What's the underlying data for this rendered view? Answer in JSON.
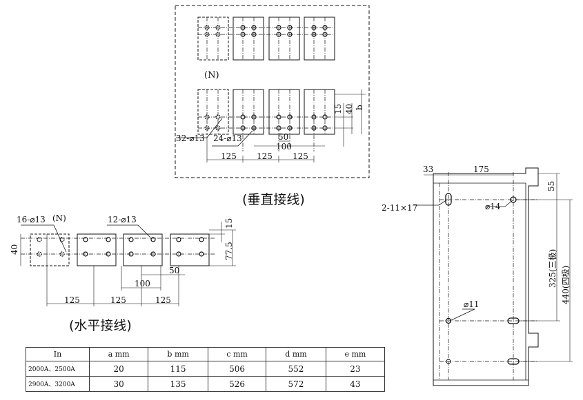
{
  "vertical": {
    "caption": "(垂直接线)",
    "n_label": "(N)",
    "holes_4pole": "32-⌀13",
    "holes_3pole": "24-⌀13",
    "dim_50": "50",
    "dim_100": "100",
    "dim_125_1": "125",
    "dim_125_2": "125",
    "dim_125_3": "125",
    "dim_15": "15",
    "dim_40": "40",
    "dim_b": "b"
  },
  "horizontal": {
    "caption": "(水平接线)",
    "n_label": "(N)",
    "holes_4pole": "16-⌀13",
    "holes_3pole": "12-⌀13",
    "dim_40": "40",
    "dim_15": "15",
    "dim_77_5": "77.5",
    "dim_100": "100",
    "dim_50": "50",
    "dim_125_1": "125",
    "dim_125_2": "125",
    "dim_125_3": "125"
  },
  "mounting": {
    "dim_33": "33",
    "dim_175": "175",
    "dim_55": "55",
    "slot_label": "2-11×17",
    "hole_14": "⌀14",
    "hole_11": "⌀11",
    "dim_3pole": "325(三极)",
    "dim_4pole": "440(四极)"
  },
  "table": {
    "headers": [
      "In",
      "a mm",
      "b mm",
      "c mm",
      "d mm",
      "e mm"
    ],
    "rows": [
      [
        "2000A、2500A",
        "20",
        "115",
        "506",
        "552",
        "23"
      ],
      [
        "2900A、3200A",
        "30",
        "135",
        "526",
        "572",
        "43"
      ]
    ]
  }
}
